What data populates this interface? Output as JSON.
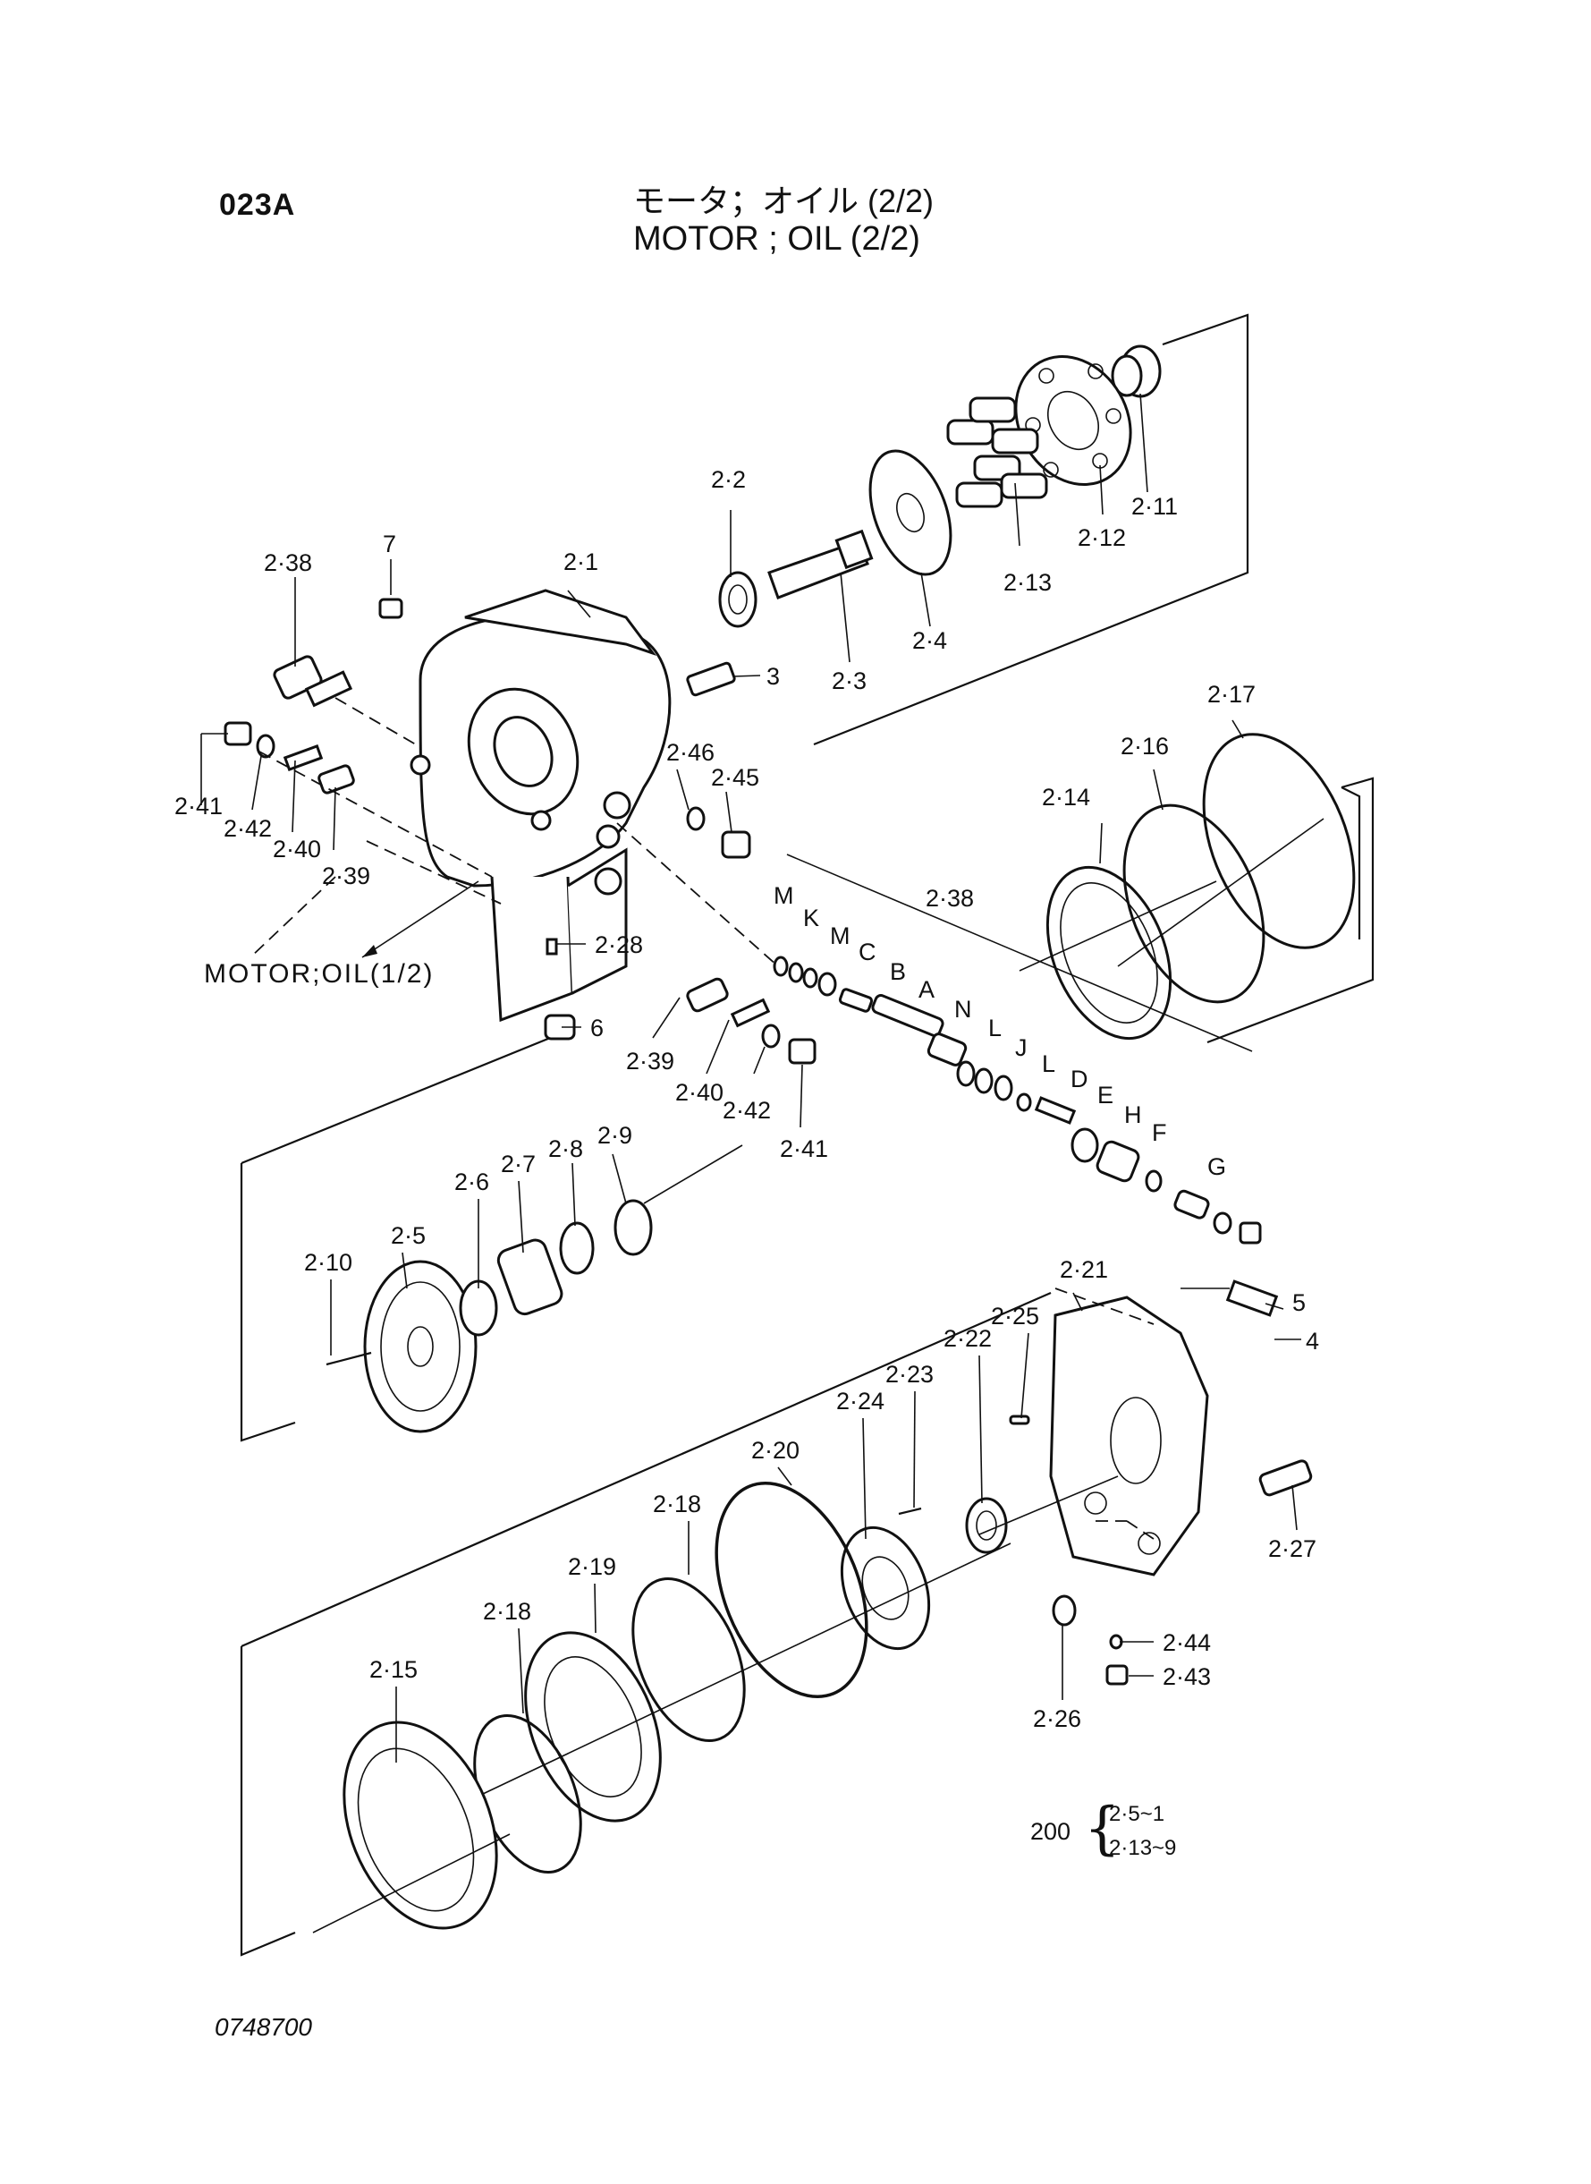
{
  "header": {
    "code": "023A",
    "title_jp": "モータ；オイル (2/2)",
    "title_en": "MOTOR ; OIL (2/2)"
  },
  "reference": "MOTOR;OIL(1/2)",
  "figure_number": "0748700",
  "assembly_note": {
    "item": "200",
    "line1": "2·5~1",
    "line2": "2·13~9"
  },
  "callouts": [
    "2·1",
    "2·2",
    "2·3",
    "2·4",
    "2·11",
    "2·12",
    "2·13",
    "2·38",
    "7",
    "3",
    "2·46",
    "2·45",
    "2·41",
    "2·42",
    "2·40",
    "2·39",
    "2·28",
    "6",
    "2·39",
    "2·40",
    "2·42",
    "2·41",
    "2·14",
    "2·16",
    "2·17",
    "2·38",
    "M",
    "K",
    "M",
    "C",
    "B",
    "A",
    "N",
    "L",
    "J",
    "L",
    "D",
    "E",
    "H",
    "F",
    "G",
    "2·5",
    "2·6",
    "2·7",
    "2·8",
    "2·9",
    "2·10",
    "2·21",
    "5",
    "4",
    "2·25",
    "2·22",
    "2·23",
    "2·24",
    "2·20",
    "2·18",
    "2·19",
    "2·18",
    "2·15",
    "2·27",
    "2·44",
    "2·43",
    "2·26"
  ]
}
